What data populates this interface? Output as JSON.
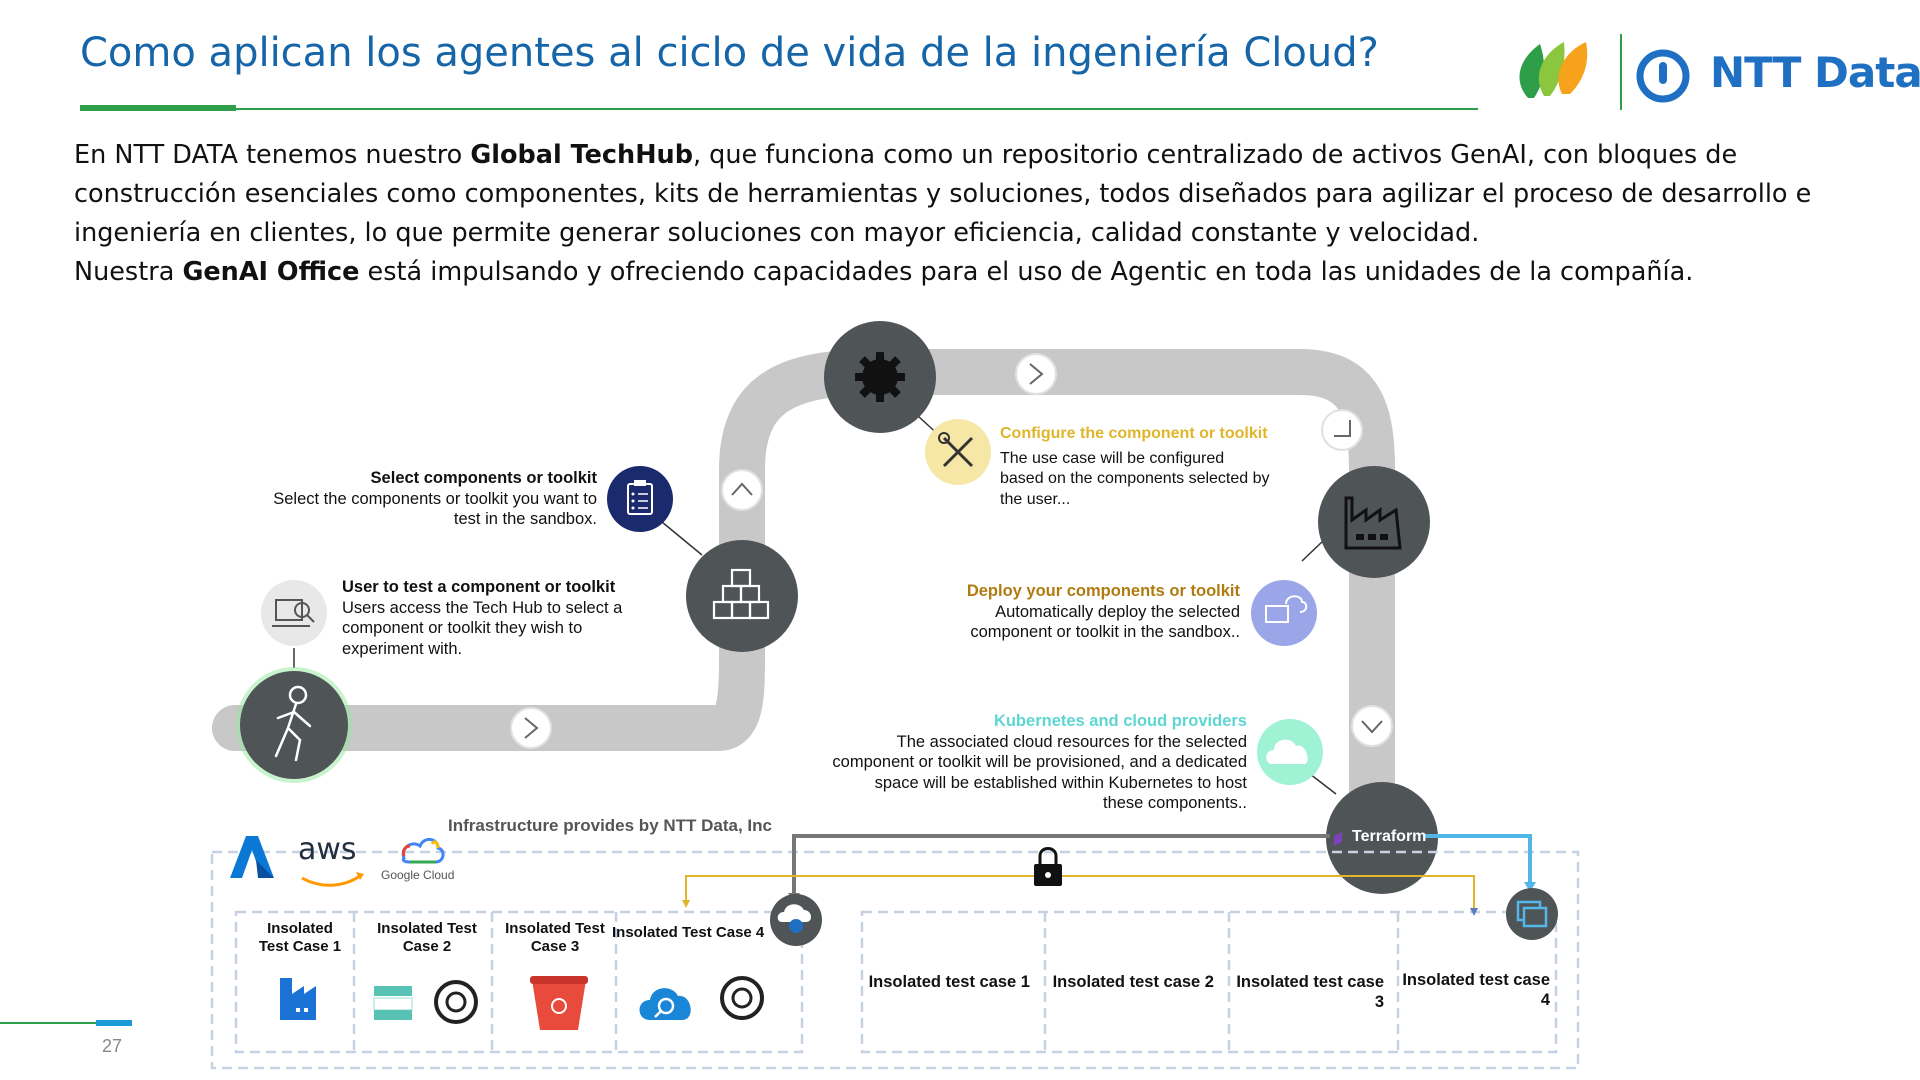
{
  "header": {
    "title": "Como aplican los agentes al ciclo de vida de la ingeniería Cloud?",
    "ntt_logo_text": "NTT Data"
  },
  "intro": {
    "p1_a": "En NTT DATA tenemos nuestro ",
    "p1_bold": "Global TechHub",
    "p1_b": ", que funciona como un repositorio centralizado de activos GenAI, con bloques de construcción esenciales como componentes, kits de herramientas y soluciones, todos diseñados para agilizar el proceso de desarrollo e ingeniería en clientes, lo que permite generar soluciones con mayor eficiencia, calidad constante y velocidad.",
    "p2_a": "Nuestra ",
    "p2_bold": "GenAI Office",
    "p2_b": " está impulsando y ofreciendo capacidades para el uso de Agentic en toda las unidades de la compañía."
  },
  "steps": {
    "select": {
      "title": "Select components or toolkit",
      "body": "Select the components or toolkit you want to test in the sandbox."
    },
    "user": {
      "title": "User to test a component or toolkit",
      "body": "Users access the Tech Hub to select a component or toolkit they wish to experiment with."
    },
    "configure": {
      "title": "Configure the component or toolkit",
      "body": "The use case will be configured based on the components selected by the user..."
    },
    "deploy": {
      "title": "Deploy your components or toolkit",
      "body": "Automatically deploy the selected component or toolkit in the sandbox.."
    },
    "kubernetes": {
      "title": "Kubernetes and cloud providers",
      "body": "The associated cloud resources for the selected component or toolkit will be provisioned, and a dedicated space will be established within Kubernetes to host these components.."
    }
  },
  "infra": {
    "title": "Infrastructure provides by NTT Data, Inc",
    "aws": "aws",
    "google_cloud": "Google Cloud",
    "terraform": "Terraform",
    "left_cases": [
      "Insolated Test Case 1",
      "Insolated Test Case 2",
      "Insolated Test Case 3",
      "Insolated Test Case 4"
    ],
    "right_cases": [
      "Insolated test case 1",
      "Insolated test case 2",
      "Insolated test case 3",
      "Insolated test case 4"
    ]
  },
  "colors": {
    "title_blue": "#1565a8",
    "accent_green": "#2e9e48",
    "path_gray": "#c8c8c8",
    "node_dark": "#4f5456",
    "configure_yellow": "#e0b52a",
    "deploy_orange": "#b07b10",
    "kubernetes_cyan": "#5ed6d2",
    "arrow_light_blue": "#52b6e8"
  },
  "footer": {
    "slide_number": "27"
  }
}
